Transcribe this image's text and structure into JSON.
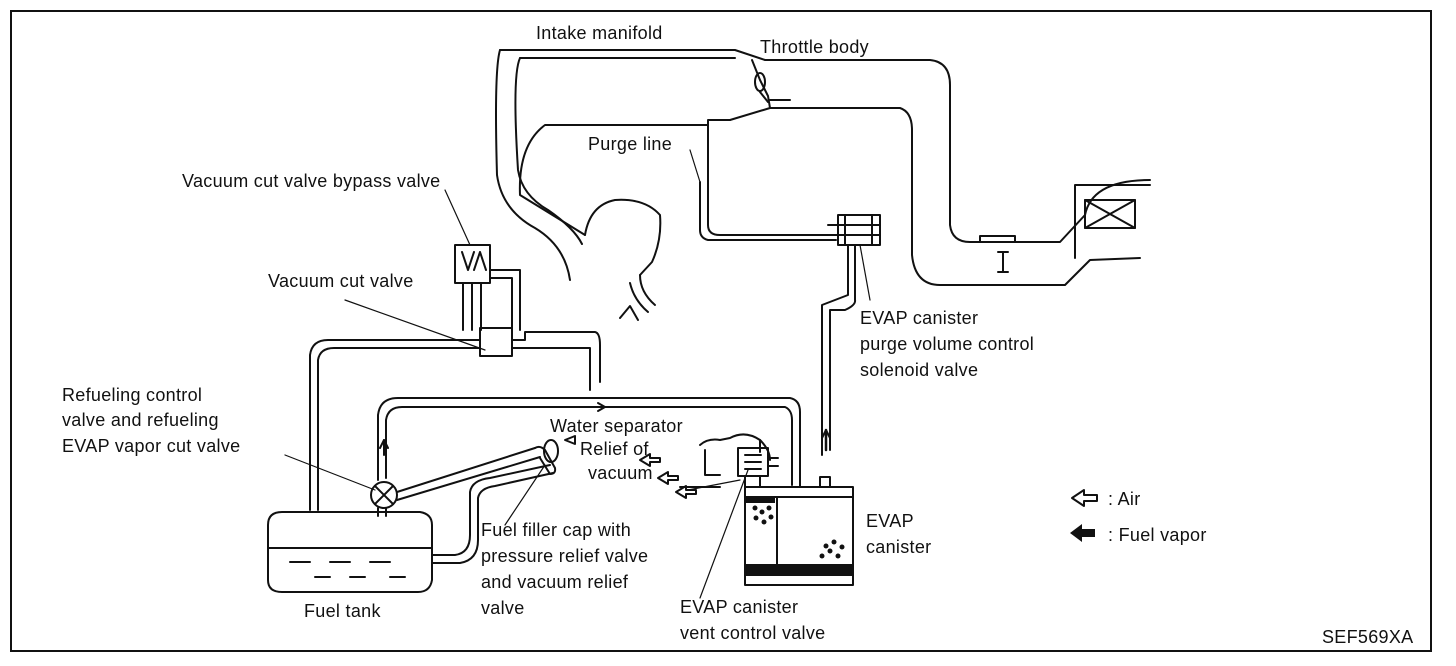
{
  "labels": {
    "intake_manifold": "Intake manifold",
    "throttle_body": "Throttle body",
    "purge_line": "Purge line",
    "vacuum_cut_valve_bypass_valve": "Vacuum cut valve bypass valve",
    "vacuum_cut_valve": "Vacuum cut valve",
    "evap_canister_purge_1": "EVAP canister",
    "evap_canister_purge_2": "purge volume control",
    "evap_canister_purge_3": "solenoid valve",
    "refueling_1": "Refueling control",
    "refueling_2": "valve and refueling",
    "refueling_3": "EVAP vapor cut valve",
    "water_separator": "Water separator",
    "relief_of": "Relief of",
    "vacuum": "vacuum",
    "evap_canister_1": "EVAP",
    "evap_canister_2": "canister",
    "fuel_filler_1": "Fuel filler cap with",
    "fuel_filler_2": "pressure relief valve",
    "fuel_filler_3": "and vacuum relief",
    "fuel_filler_4": "valve",
    "fuel_tank": "Fuel tank",
    "vent_1": "EVAP canister",
    "vent_2": "vent control valve",
    "figure_code": "SEF569XA"
  },
  "legend": {
    "air": ": Air",
    "fuel_vapor": ": Fuel vapor"
  }
}
